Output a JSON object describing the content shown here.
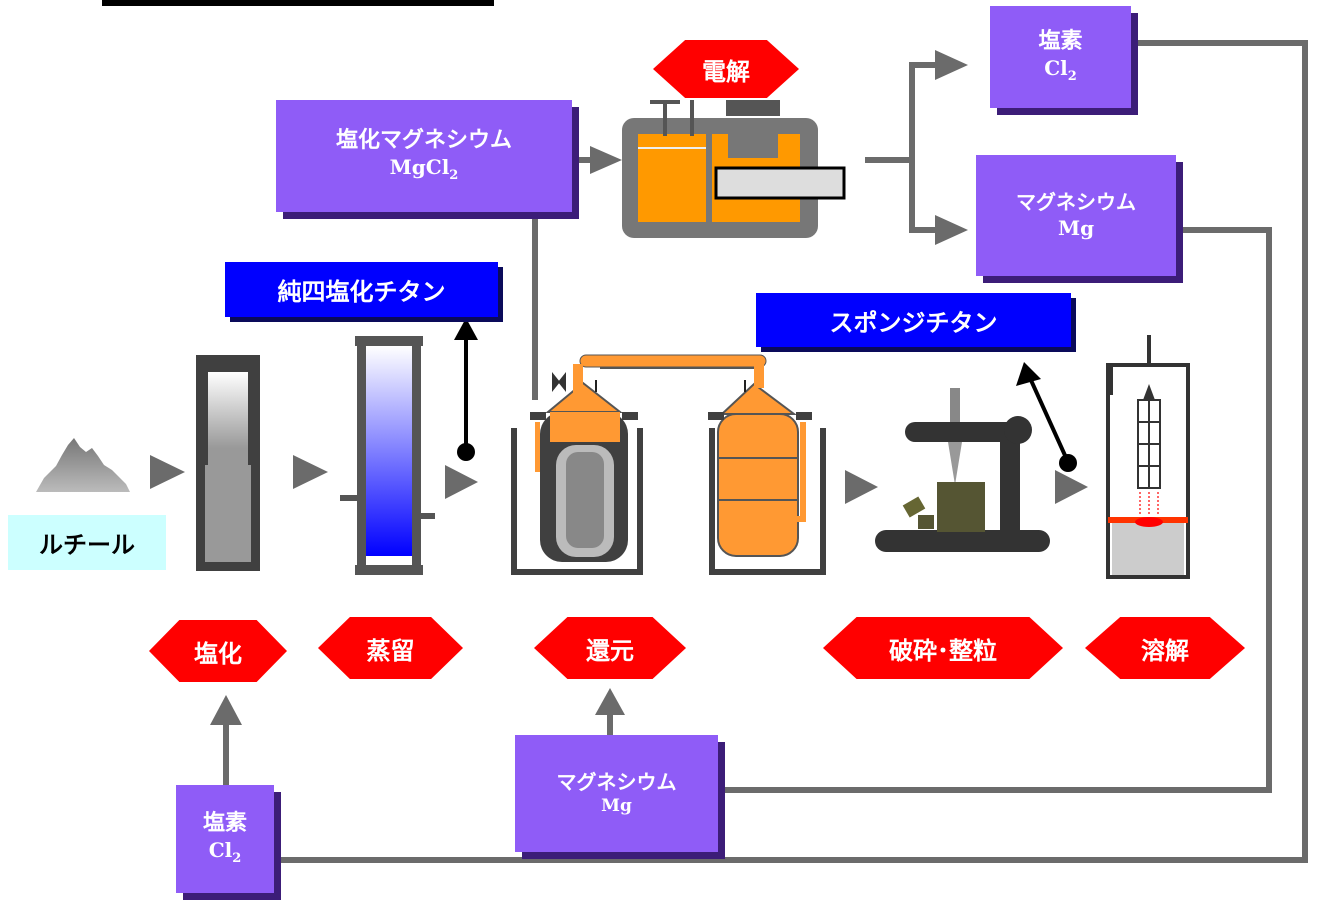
{
  "stages": {
    "chlorination": "塩化",
    "distillation": "蒸留",
    "reduction": "還元",
    "crushing": "破砕･整粒",
    "melting": "溶解",
    "electrolysis": "電解"
  },
  "materials": {
    "rutile": "ルチール",
    "pure_ticl4": "純四塩化チタン",
    "sponge_ti": "スポンジチタン",
    "mgcl2": {
      "name": "塩化マグネシウム",
      "formula": "MgCl",
      "subscript": "2"
    },
    "cl2_top": {
      "name": "塩素",
      "formula": "Cl",
      "subscript": "2"
    },
    "mg_top": {
      "name": "マグネシウム",
      "formula": "Mg"
    },
    "mg_bottom": {
      "name": "マグネシウム",
      "formula": "Mg"
    },
    "cl2_bottom": {
      "name": "塩素",
      "formula": "Cl",
      "subscript": "2"
    }
  },
  "colors": {
    "material_box": "#8f5cf7",
    "product_box": "#0000ff",
    "process_hex": "#ff0000",
    "rutile_box": "#ccffff",
    "flow_line": "#6b6b6b",
    "reactor": "#ff9933",
    "electrolyte": "#ff9900"
  }
}
